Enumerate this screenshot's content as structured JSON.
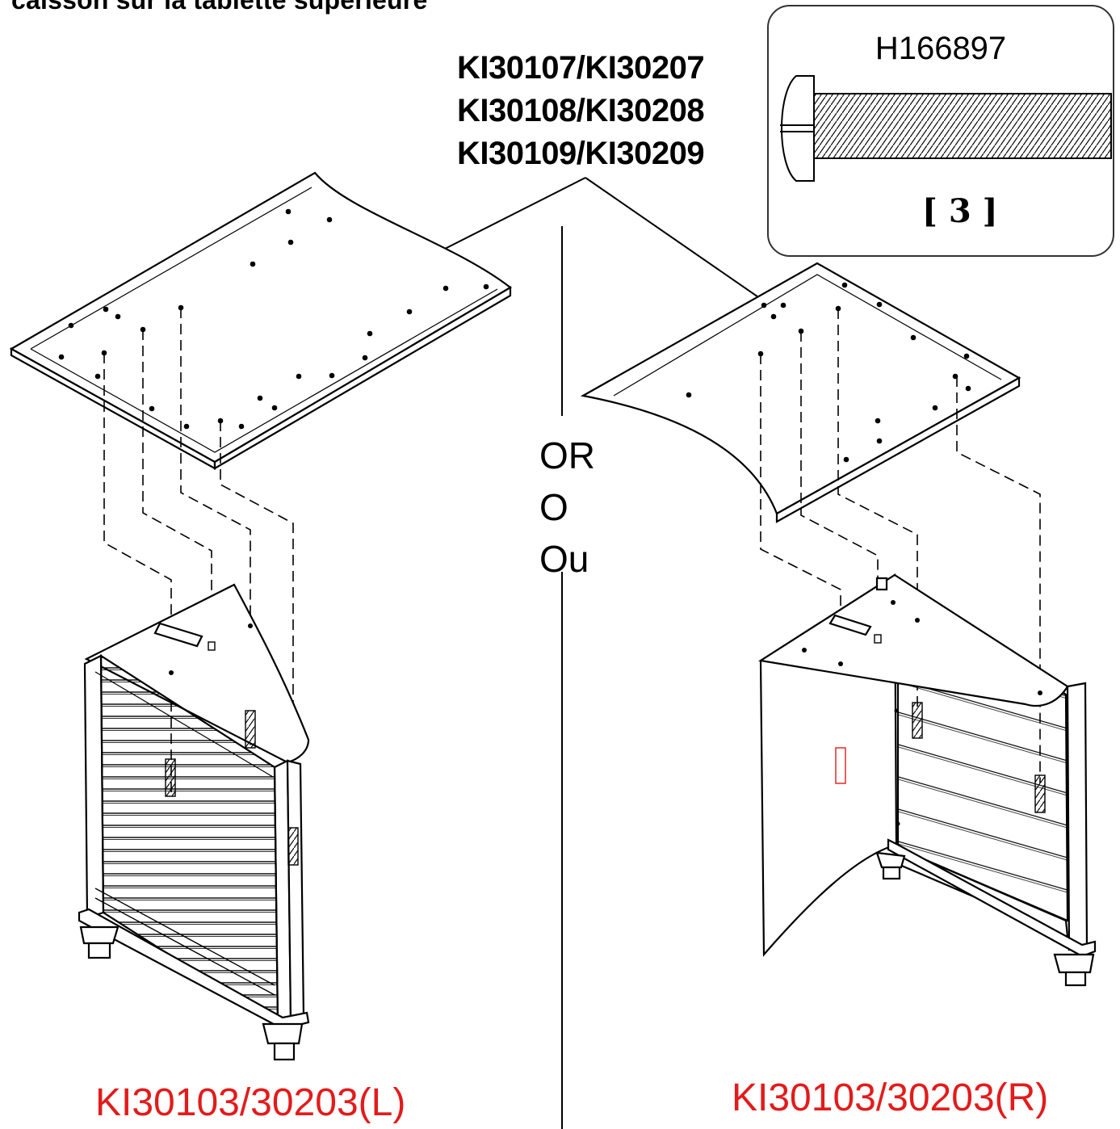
{
  "caption_top": "caisson sur la tablette supérieure",
  "top_panel_codes": [
    "KI30107/KI30207",
    "KI30108/KI30208",
    "KI30109/KI30209"
  ],
  "separator_words": [
    "OR",
    "O",
    "Ou"
  ],
  "hardware": {
    "part_code": "H166897",
    "quantity": "[ 3 ]",
    "icon": "screw-icon"
  },
  "cabinets": {
    "left_label": "KI30103/30203(L)",
    "right_label": "KI30103/30203(R)"
  },
  "colors": {
    "label_red": "#e31b1b",
    "line": "#000000"
  }
}
